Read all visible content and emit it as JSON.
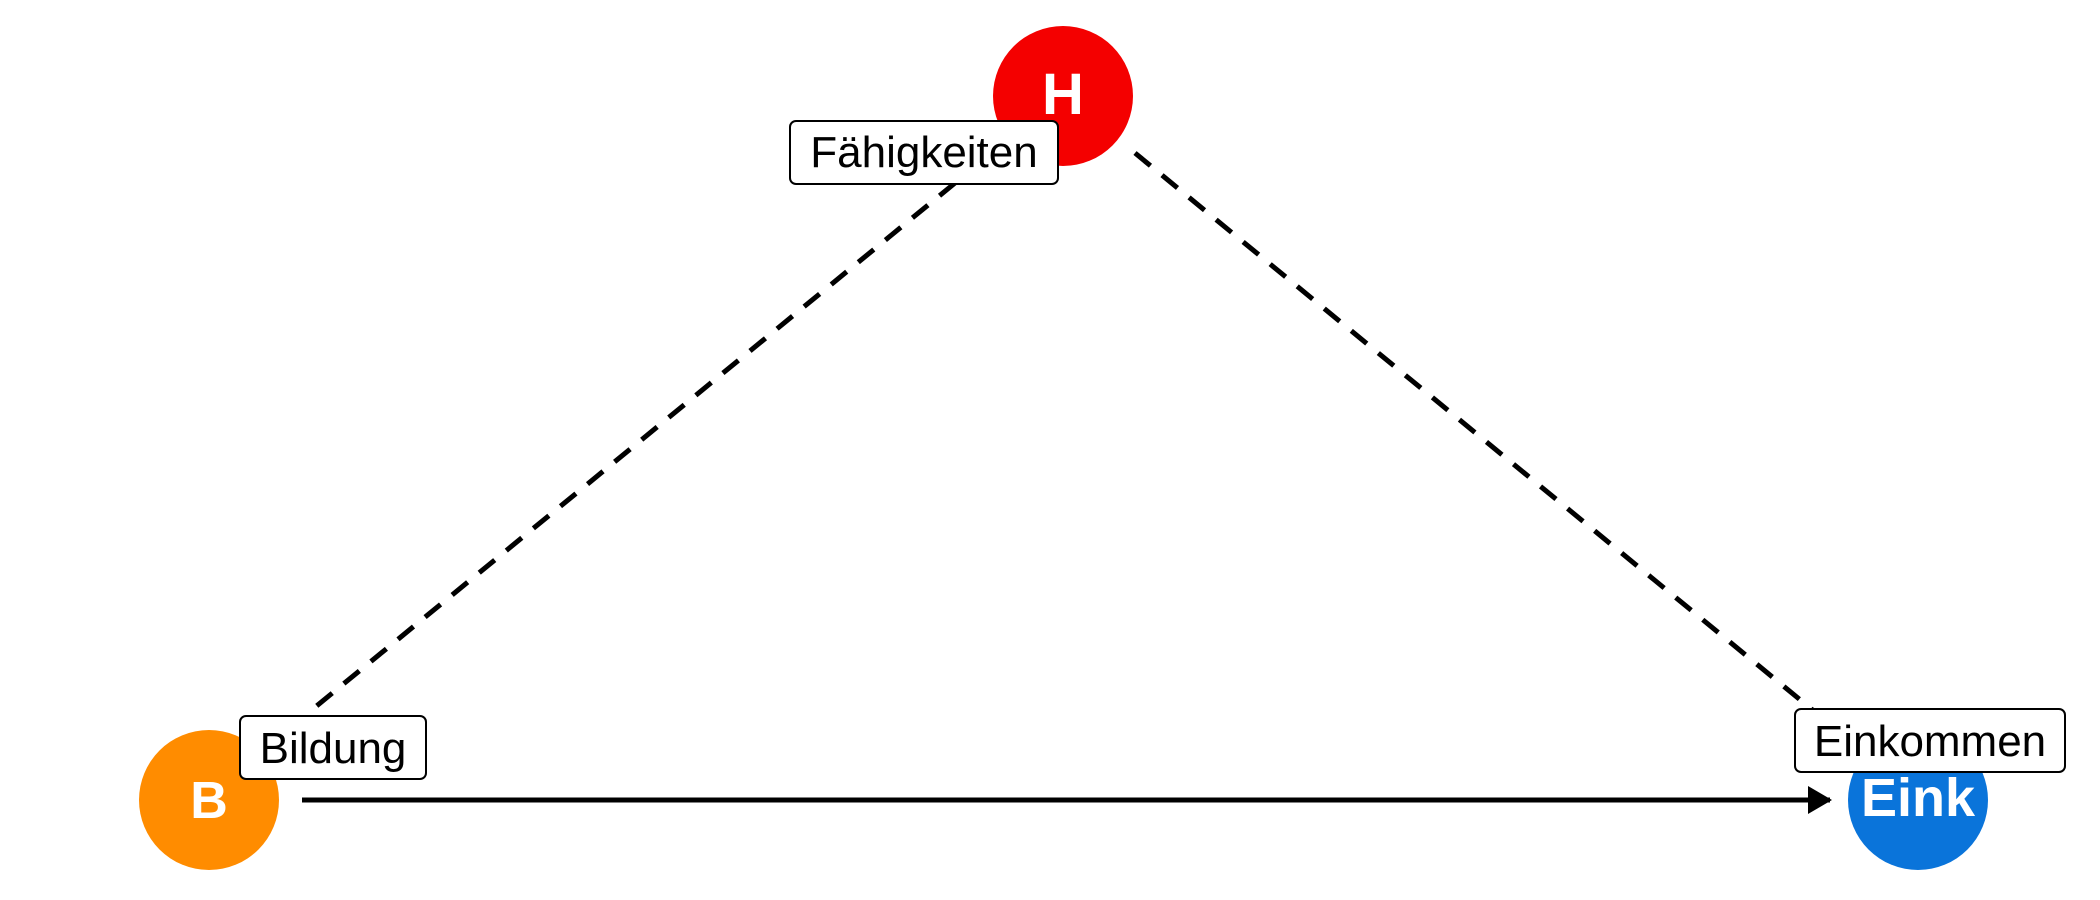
{
  "diagram": {
    "nodes": [
      {
        "id": "H",
        "letter": "H",
        "label": "Fähigkeiten",
        "color": "#f40000"
      },
      {
        "id": "B",
        "letter": "B",
        "label": "Bildung",
        "color": "#ff8c00"
      },
      {
        "id": "Eink",
        "letter": "Eink",
        "label": "Einkommen",
        "color": "#0a74da"
      }
    ],
    "edges": [
      {
        "from": "H",
        "to": "B",
        "style": "dashed",
        "directed": false
      },
      {
        "from": "H",
        "to": "Eink",
        "style": "dashed",
        "directed": false
      },
      {
        "from": "B",
        "to": "Eink",
        "style": "solid",
        "directed": true
      }
    ]
  }
}
